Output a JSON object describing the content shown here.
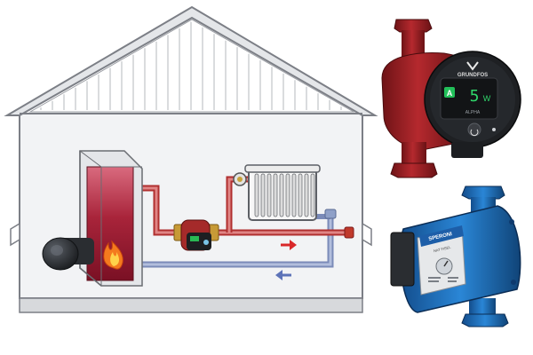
{
  "colors": {
    "pipe_hot": "#c43a3a",
    "pipe_cold": "#8e9cc6",
    "boiler": "#a8243a",
    "pump_red": "#9e2024",
    "pump_blue": "#1f6fc2",
    "house_wall": "#f2f3f5",
    "house_roof_stroke": "#7c7f86",
    "pump_display": "#22c05a"
  },
  "icons": {
    "flame": "flame-icon",
    "arrow_hot": "arrow-right-icon",
    "arrow_cold": "arrow-left-icon",
    "grundfos_logo": "grundfos-logo-icon",
    "power_button": "power-icon",
    "radio_wave": "signal-icon"
  },
  "pump_red": {
    "brand": "GRUNDFOS",
    "display_value": "5",
    "display_unit": "W",
    "mode_badge": "A",
    "sub_label": "ALPHA"
  },
  "pump_blue": {
    "brand": "SPERONI",
    "sub_label": "NAT FISEL"
  }
}
